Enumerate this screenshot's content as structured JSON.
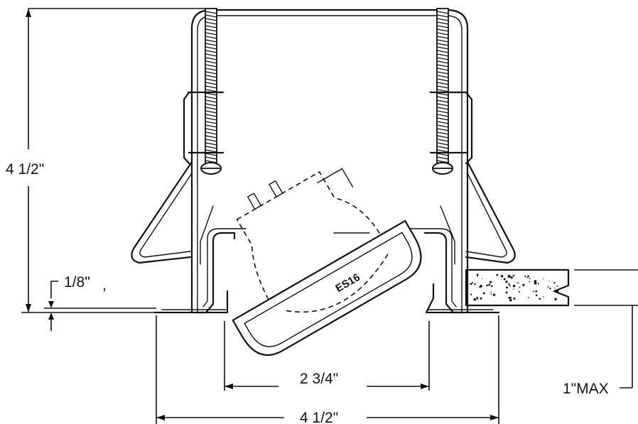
{
  "diagram": {
    "dimensions": {
      "overall_height": "4 1/2\"",
      "flange_offset": "1/8\"",
      "aperture_width": "2 3/4\"",
      "overall_width": "4 1/2\"",
      "ceiling_max": "1\"MAX"
    },
    "lamp_label": "ES16"
  }
}
